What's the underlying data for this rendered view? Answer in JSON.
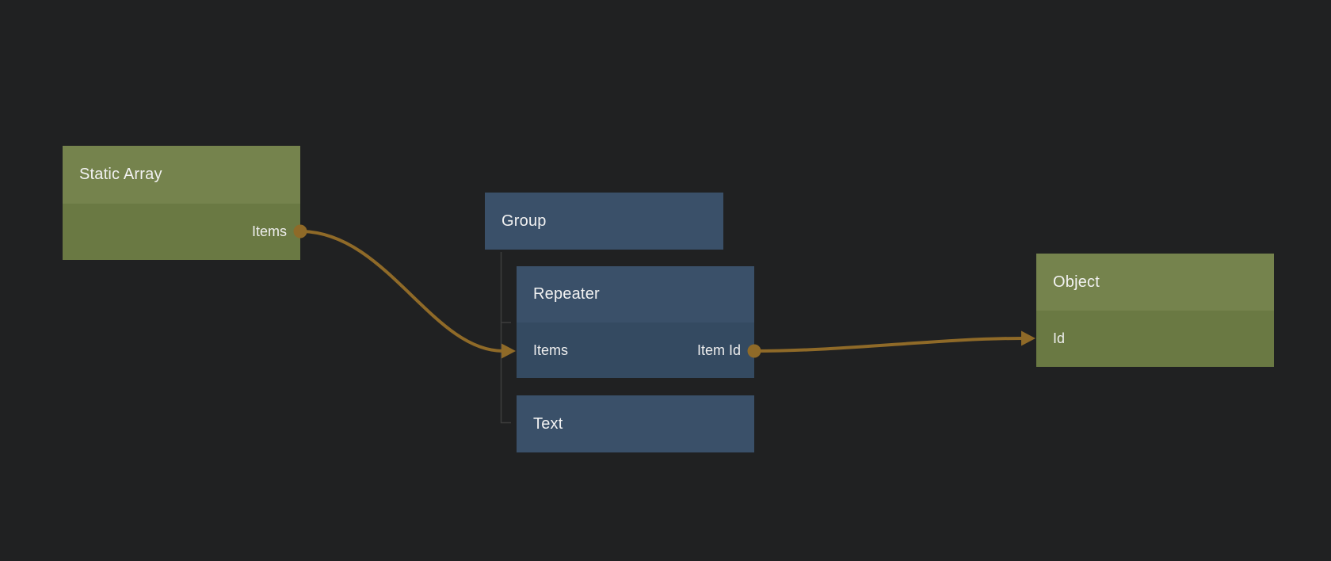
{
  "editor": {
    "background_color": "#202122",
    "tool": "visual-node-graph"
  },
  "colors": {
    "data_node_header": "#75834D",
    "data_node_body": "#6A7943",
    "visual_node_header": "#3A5069",
    "visual_node_body": "#344A61",
    "connection": "#8F6A28",
    "hierarchy_line": "#3D3D3D",
    "text": "#F1F1F1"
  },
  "nodes": {
    "static_array": {
      "title": "Static Array",
      "type": "data",
      "ports": [
        {
          "label": "Items",
          "direction": "output"
        }
      ]
    },
    "group": {
      "title": "Group",
      "type": "visual",
      "ports": []
    },
    "repeater": {
      "title": "Repeater",
      "type": "visual",
      "ports": [
        {
          "label": "Items",
          "direction": "input"
        },
        {
          "label": "Item Id",
          "direction": "output"
        }
      ]
    },
    "text": {
      "title": "Text",
      "type": "visual",
      "ports": []
    },
    "object": {
      "title": "Object",
      "type": "data",
      "ports": [
        {
          "label": "Id",
          "direction": "input"
        }
      ]
    }
  },
  "hierarchy": {
    "parent": "Group",
    "children": [
      "Repeater",
      "Text"
    ]
  },
  "connections": [
    {
      "from_node": "Static Array",
      "from_port": "Items",
      "to_node": "Repeater",
      "to_port": "Items"
    },
    {
      "from_node": "Repeater",
      "from_port": "Item Id",
      "to_node": "Object",
      "to_port": "Id"
    }
  ]
}
